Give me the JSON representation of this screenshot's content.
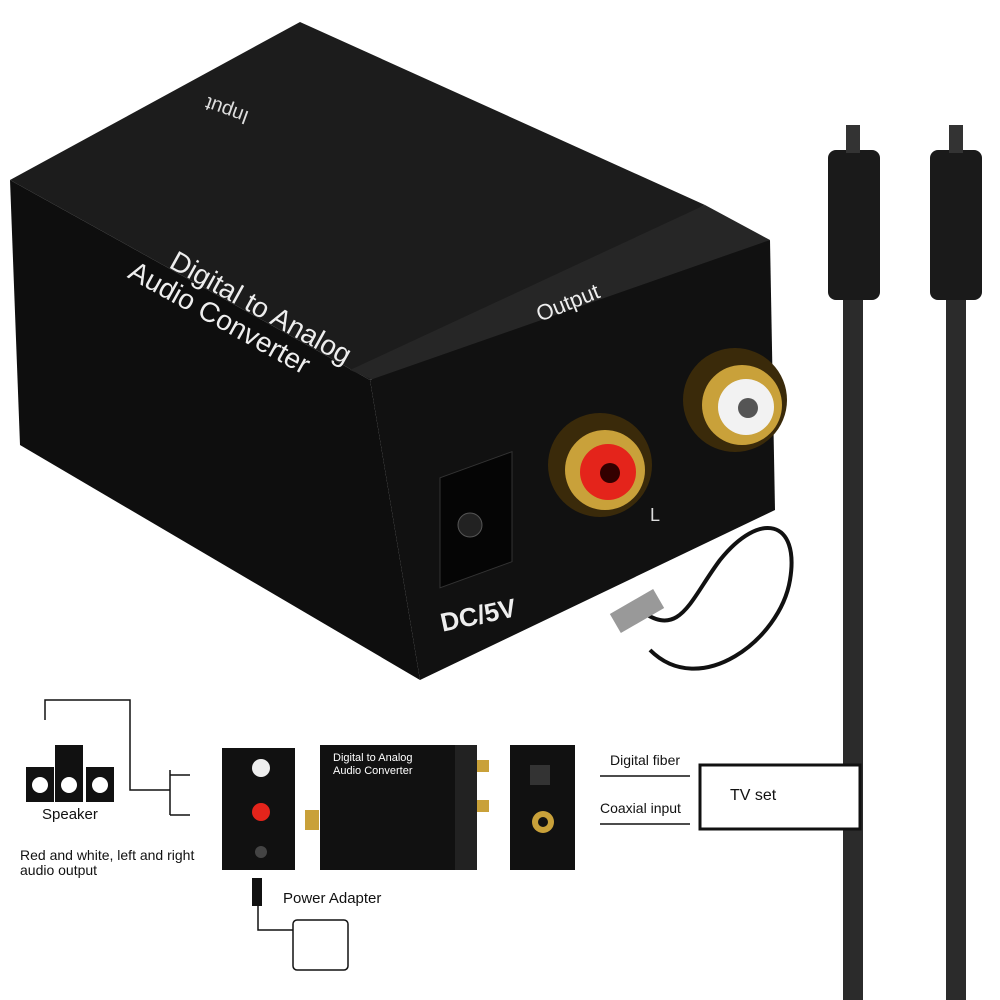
{
  "product": {
    "top_label": "Input",
    "title_line1": "Digital  to Analog",
    "title_line2": "Audio Converter",
    "output_label": "Output",
    "power_label": "DC/5V",
    "channel_label": "L"
  },
  "diagram": {
    "speaker_label": "Speaker",
    "speaker_note_line1": "Red and white, left and right",
    "speaker_note_line2": "audio output",
    "converter_line1": "Digital  to Analog",
    "converter_line2": "Audio Converter",
    "power_adapter_label": "Power Adapter",
    "digital_fiber_label": "Digital fiber",
    "coaxial_input_label": "Coaxial input",
    "tv_label": "TV set"
  },
  "colors": {
    "body": "#141414",
    "gold": "#c9a13a",
    "red_jack": "#e4241b",
    "white_jack": "#f2f2f2",
    "cable": "#2b2b2b"
  }
}
